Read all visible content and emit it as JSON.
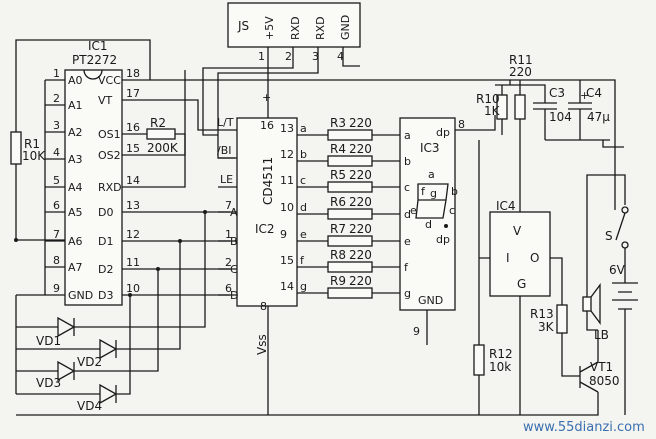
{
  "connector": {
    "name": "JS",
    "pins": [
      "+5V",
      "RXD",
      "RXD",
      "GND"
    ],
    "pin_numbers": [
      "1",
      "2",
      "3",
      "4"
    ]
  },
  "ic1": {
    "name": "IC1",
    "part": "PT2272",
    "left_pins": [
      {
        "n": "1",
        "l": "A0"
      },
      {
        "n": "2",
        "l": "A1"
      },
      {
        "n": "3",
        "l": "A2"
      },
      {
        "n": "4",
        "l": "A3"
      },
      {
        "n": "5",
        "l": "A4"
      },
      {
        "n": "6",
        "l": "A5"
      },
      {
        "n": "7",
        "l": "A6"
      },
      {
        "n": "8",
        "l": "A7"
      },
      {
        "n": "9",
        "l": "GND"
      }
    ],
    "right_pins": [
      {
        "n": "18",
        "l": "VCC"
      },
      {
        "n": "17",
        "l": "VT"
      },
      {
        "n": "16",
        "l": "OS1"
      },
      {
        "n": "15",
        "l": "OS2"
      },
      {
        "n": "14",
        "l": "RXD"
      },
      {
        "n": "13",
        "l": "D0"
      },
      {
        "n": "12",
        "l": "D1"
      },
      {
        "n": "11",
        "l": "D2"
      },
      {
        "n": "10",
        "l": "D3"
      }
    ]
  },
  "ic2": {
    "name": "IC2",
    "part": "CD4511",
    "left_pins": [
      {
        "n": "",
        "l": "L/T"
      },
      {
        "n": "",
        "l": "/BI"
      },
      {
        "n": "",
        "l": "LE"
      },
      {
        "n": "7",
        "l": "A"
      },
      {
        "n": "1",
        "l": "B"
      },
      {
        "n": "2",
        "l": "C"
      },
      {
        "n": "6",
        "l": "D"
      }
    ],
    "right_pins": [
      {
        "n": "13",
        "l": "a"
      },
      {
        "n": "12",
        "l": "b"
      },
      {
        "n": "11",
        "l": "c"
      },
      {
        "n": "10",
        "l": "d"
      },
      {
        "n": "9",
        "l": "e"
      },
      {
        "n": "15",
        "l": "f"
      },
      {
        "n": "14",
        "l": "g"
      }
    ],
    "top_pin": "16",
    "bottom_pin": "8",
    "vss": "Vss"
  },
  "ic3": {
    "name": "IC3",
    "pins": [
      "a",
      "b",
      "c",
      "d",
      "e",
      "f",
      "g"
    ],
    "dp": "dp",
    "dp_pin": "8",
    "gnd": "GND",
    "gnd_pin": "9",
    "seg_labels": [
      "a",
      "f",
      "g",
      "b",
      "e",
      "c",
      "d",
      "dp"
    ]
  },
  "ic4": {
    "name": "IC4",
    "labels": [
      "V",
      "I",
      "O",
      "G"
    ]
  },
  "segment_resistors": [
    {
      "name": "R3",
      "value": "220"
    },
    {
      "name": "R4",
      "value": "220"
    },
    {
      "name": "R5",
      "value": "220"
    },
    {
      "name": "R6",
      "value": "220"
    },
    {
      "name": "R7",
      "value": "220"
    },
    {
      "name": "R8",
      "value": "220"
    },
    {
      "name": "R9",
      "value": "220"
    }
  ],
  "r1": {
    "name": "R1",
    "value": "10K"
  },
  "r2": {
    "name": "R2",
    "value": "200K"
  },
  "r10": {
    "name": "R10",
    "value": "1K"
  },
  "r11": {
    "name": "R11",
    "value": "220"
  },
  "r12": {
    "name": "R12",
    "value": "10k"
  },
  "r13": {
    "name": "R13",
    "value": "3K"
  },
  "c3": {
    "name": "C3",
    "value": "104"
  },
  "c4": {
    "name": "C4",
    "value": "47μ"
  },
  "diodes": [
    "VD1",
    "VD2",
    "VD3",
    "VD4"
  ],
  "switch": {
    "name": "S"
  },
  "battery": {
    "value": "6V"
  },
  "speaker": {
    "name": "LB"
  },
  "transistor": {
    "name": "VT1",
    "part": "8050"
  },
  "watermark": "www.55dianzi.com"
}
